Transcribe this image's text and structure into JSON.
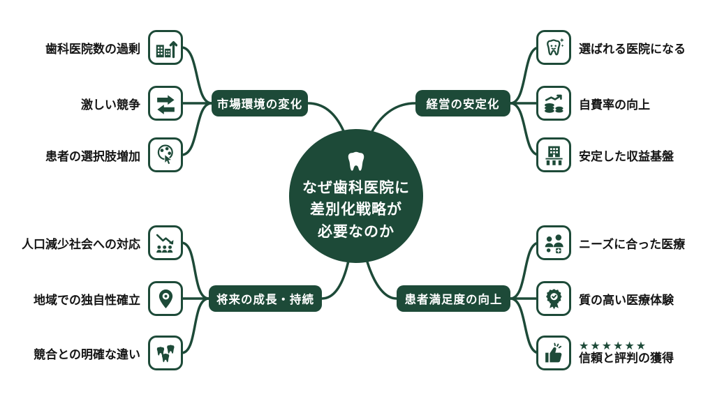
{
  "title": "なぜ歯科医院に差別化戦略が必要なのか",
  "colors": {
    "primary": "#1d4a38",
    "background": "#ffffff",
    "text": "#141414"
  },
  "center": {
    "icon": "tooth-icon",
    "lines": [
      "なぜ歯科医院に",
      "差別化戦略が",
      "必要なのか"
    ]
  },
  "branches": [
    {
      "label": "市場環境の変化",
      "position": "top-left",
      "items": [
        {
          "label": "歯科医院数の過剰",
          "icon": "clinics-increase-icon"
        },
        {
          "label": "激しい競争",
          "icon": "competition-arrows-icon"
        },
        {
          "label": "患者の選択肢増加",
          "icon": "patient-choice-icon"
        }
      ]
    },
    {
      "label": "経営の安定化",
      "position": "top-right",
      "items": [
        {
          "label": "選ばれる医院になる",
          "icon": "chosen-clinic-tooth-icon"
        },
        {
          "label": "自費率の向上",
          "icon": "coins-growth-icon"
        },
        {
          "label": "安定した収益基盤",
          "icon": "building-foundation-icon"
        }
      ]
    },
    {
      "label": "将来の成長・持続",
      "position": "bottom-left",
      "items": [
        {
          "label": "人口減少社会への対応",
          "icon": "population-decline-icon"
        },
        {
          "label": "地域での独自性確立",
          "icon": "map-pin-icon"
        },
        {
          "label": "競合との明確な違い",
          "icon": "teeth-icon"
        }
      ]
    },
    {
      "label": "患者満足度の向上",
      "position": "bottom-right",
      "items": [
        {
          "label": "ニーズに合った医療",
          "icon": "doctor-patient-icon"
        },
        {
          "label": "質の高い医療体験",
          "icon": "award-ribbon-icon"
        },
        {
          "label": "信頼と評判の獲得",
          "icon": "thumbs-up-icon",
          "stars": "★★★★★★"
        }
      ]
    }
  ]
}
